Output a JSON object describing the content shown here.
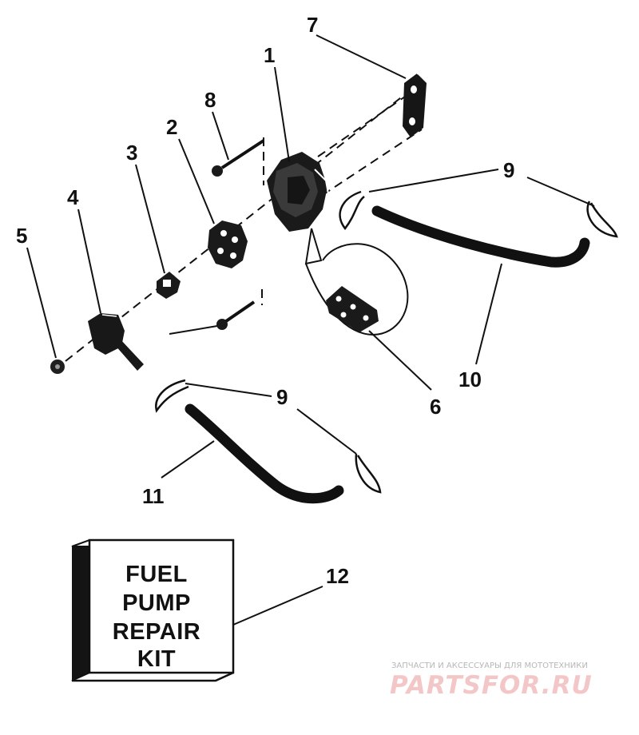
{
  "callouts": {
    "c1": "1",
    "c2": "2",
    "c3": "3",
    "c4": "4",
    "c5": "5",
    "c6": "6",
    "c7": "7",
    "c8": "8",
    "c9a": "9",
    "c9b": "9",
    "c10": "10",
    "c11": "11",
    "c12": "12"
  },
  "kit": {
    "line1": "FUEL",
    "line2": "PUMP",
    "line3": "REPAIR",
    "line4": "KIT"
  },
  "watermark": {
    "tagline": "ЗАПЧАСТИ И АКСЕССУАРЫ ДЛЯ МОТОТЕХНИКИ",
    "site": "PARTSFOR.RU"
  },
  "colors": {
    "ink": "#111111",
    "watermark": "#f3c7c7"
  }
}
